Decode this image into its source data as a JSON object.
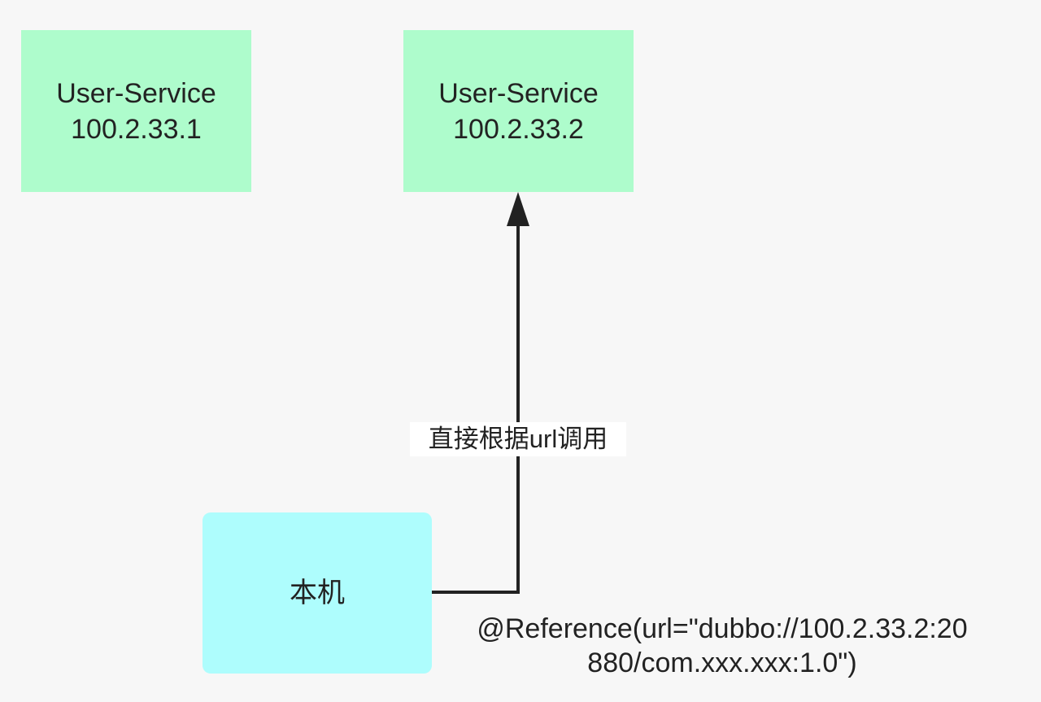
{
  "nodes": {
    "service_1": {
      "name": "User-Service",
      "ip": "100.2.33.1"
    },
    "service_2": {
      "name": "User-Service",
      "ip": "100.2.33.2"
    },
    "local": {
      "label": "本机"
    }
  },
  "edge": {
    "label": "直接根据url调用"
  },
  "annotation": {
    "line1": "@Reference(url=\"dubbo://100.2.33.2:20",
    "line2": "880/com.xxx.xxx:1.0\")"
  },
  "colors": {
    "service_fill": "#aefccc",
    "local_fill": "#aefdfd",
    "connector": "#222222",
    "background": "#f7f7f7"
  }
}
